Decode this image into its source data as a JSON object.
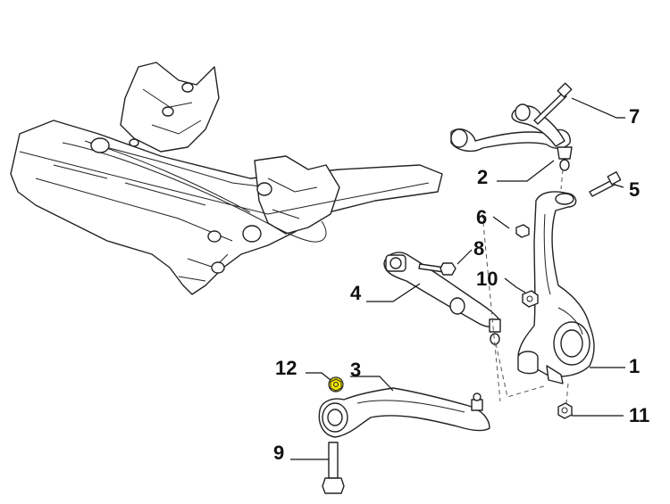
{
  "callouts": [
    {
      "id": "1",
      "label": "1"
    },
    {
      "id": "2",
      "label": "2"
    },
    {
      "id": "3",
      "label": "3"
    },
    {
      "id": "4",
      "label": "4"
    },
    {
      "id": "5",
      "label": "5"
    },
    {
      "id": "6",
      "label": "6"
    },
    {
      "id": "7",
      "label": "7"
    },
    {
      "id": "8",
      "label": "8"
    },
    {
      "id": "9",
      "label": "9"
    },
    {
      "id": "10",
      "label": "10"
    },
    {
      "id": "11",
      "label": "11"
    },
    {
      "id": "12",
      "label": "12"
    }
  ],
  "highlight": {
    "part": "12",
    "color": "#f2e600"
  },
  "colors": {
    "line": "#222222",
    "background": "#ffffff"
  }
}
